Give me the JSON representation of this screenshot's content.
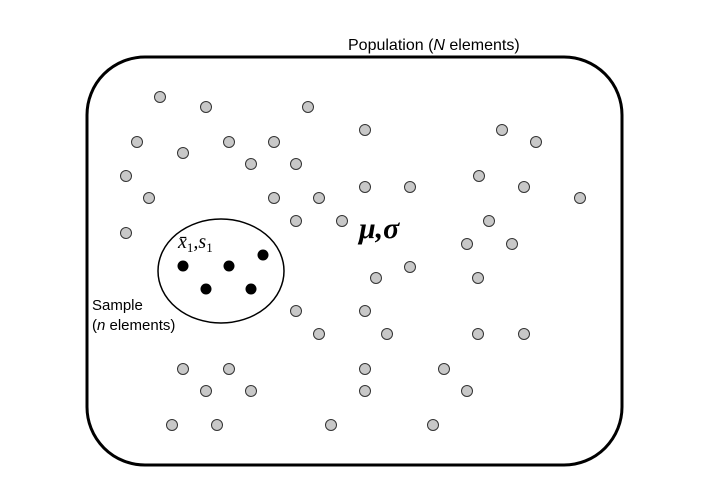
{
  "population": {
    "label_before": "Population (",
    "label_var": "N",
    "label_after": " elements)",
    "parameters": "μ,σ",
    "dot_color": "#c8c8c8"
  },
  "sample": {
    "line1": "Sample",
    "line2_var": "n",
    "line2_after": " elements)",
    "line2_open": "(",
    "stat_mean": "x̄",
    "stat_mean_sub": "1",
    "stat_sep": ",",
    "stat_sd": "s",
    "stat_sd_sub": "1",
    "dot_color": "#000000"
  }
}
